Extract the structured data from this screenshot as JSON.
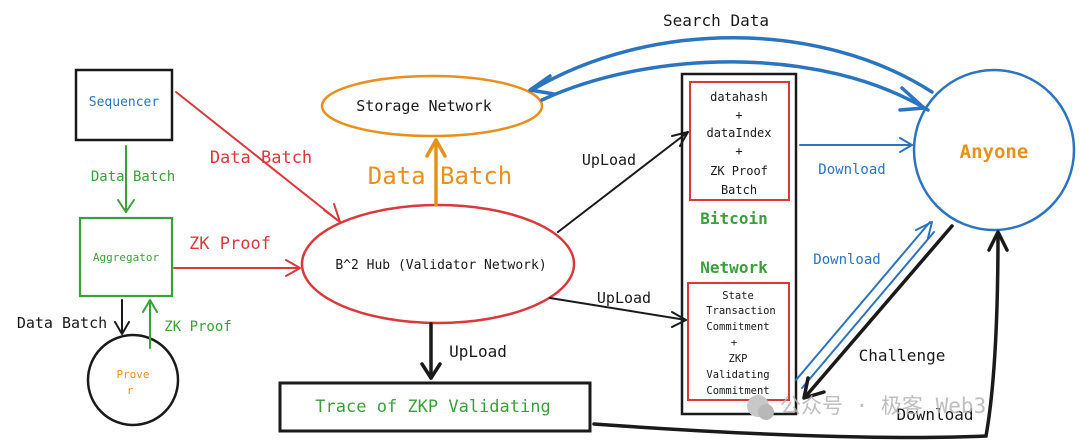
{
  "nodes": {
    "sequencer": "Sequencer",
    "aggregator": "Aggregator",
    "prover_line1": "Prove",
    "prover_line2": "r",
    "storage": "Storage Network",
    "hub": "B^2 Hub (Validator Network)",
    "trace": "Trace of ZKP Validating",
    "anyone": "Anyone",
    "bitcoin_label": "Bitcoin",
    "network_label": "Network",
    "top_box": [
      "datahash",
      "+",
      "dataIndex",
      "+",
      "ZK Proof",
      "Batch"
    ],
    "bottom_box": [
      "State",
      "Transaction",
      "Commitment",
      "+",
      "ZKP",
      "Validating",
      "Commitment"
    ]
  },
  "edges": {
    "search_data": "Search Data",
    "data_batch_seq_hub": "Data Batch",
    "data_batch_seq_agg": "Data Batch",
    "zk_proof_agg_hub": "ZK Proof",
    "data_batch_hub_storage": "Data Batch",
    "upload_top": "UpLoad",
    "upload_mid": "UpLoad",
    "upload_trace": "UpLoad",
    "data_batch_agg_prover": "Data Batch",
    "zk_proof_prover_agg": "ZK Proof",
    "download_top": "Download",
    "download_mid": "Download",
    "challenge": "Challenge",
    "download_bottom": "Download"
  },
  "watermark": "公众号 · 极客 Web3",
  "colors": {
    "blue": "#2a74c0",
    "red": "#d9393b",
    "green": "#3aa03a",
    "orange": "#e8901c",
    "black": "#1a1a1a"
  }
}
